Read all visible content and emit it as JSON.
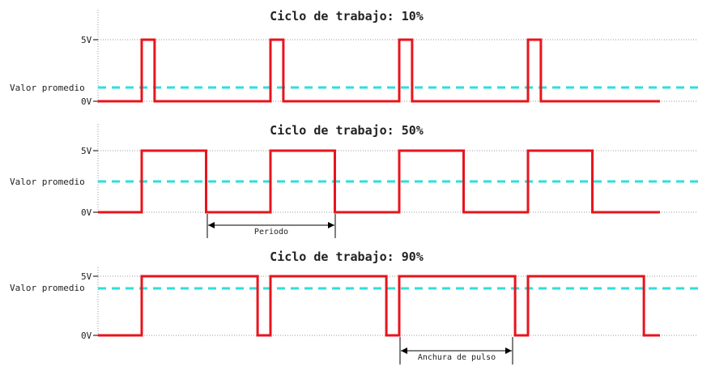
{
  "panels": [
    {
      "title": "Ciclo de trabajo: 10%",
      "duty_percent": 10,
      "label_high": "5V",
      "label_avg": "Valor promedio",
      "label_low": "0V"
    },
    {
      "title": "Ciclo de trabajo: 50%",
      "duty_percent": 50,
      "label_high": "5V",
      "label_avg": "Valor promedio",
      "label_low": "0V"
    },
    {
      "title": "Ciclo de trabajo: 90%",
      "duty_percent": 90,
      "label_high": "5V",
      "label_avg": "Valor promedio",
      "label_low": "0V"
    }
  ],
  "annotations": {
    "period": "Periodo",
    "pulse_width": "Anchura de pulso"
  },
  "signal": {
    "cycles": 4,
    "high_voltage": 5,
    "low_voltage": 0
  },
  "colors": {
    "wave": "#e8141c",
    "average": "#2fdede",
    "grid": "#999999"
  }
}
